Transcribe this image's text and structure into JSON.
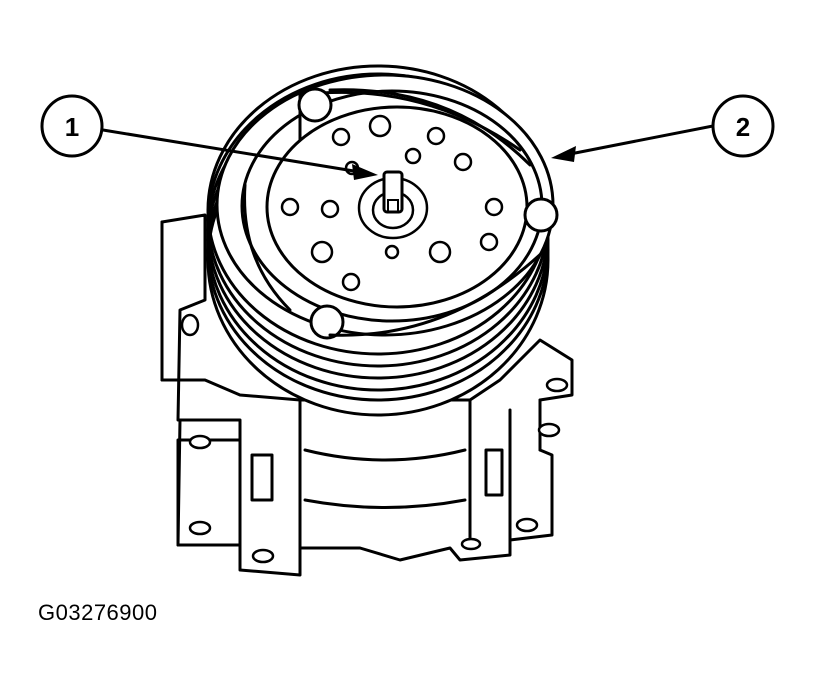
{
  "callouts": [
    {
      "id": "1",
      "label": "1"
    },
    {
      "id": "2",
      "label": "2"
    }
  ],
  "figure_id": "G03276900"
}
